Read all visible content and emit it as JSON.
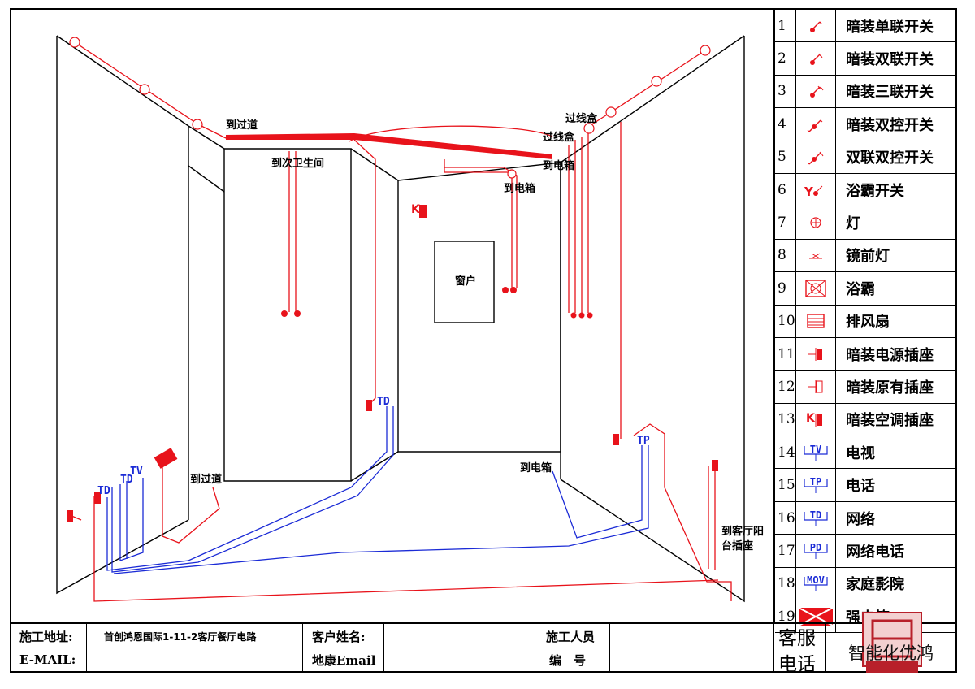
{
  "drawing_labels": {
    "to_corridor_top": "到过道",
    "to_bathroom": "到次卫生间",
    "junction_box_1": "过线盒",
    "junction_box_2": "过线盒",
    "to_panel_1": "到电箱",
    "to_panel_2": "到电箱",
    "to_panel_3": "到电箱",
    "window": "窗户",
    "to_corridor_bottom": "到过道",
    "to_balcony_line1": "到客厅阳",
    "to_balcony_line2": "台插座",
    "td_label": "TD",
    "tv_label": "TV",
    "tp_label": "TP",
    "k_label": "K"
  },
  "legend": [
    {
      "num": "1",
      "icon": "single-switch-icon",
      "text": "暗装单联开关"
    },
    {
      "num": "2",
      "icon": "double-switch-icon",
      "text": "暗装双联开关"
    },
    {
      "num": "3",
      "icon": "triple-switch-icon",
      "text": "暗装三联开关"
    },
    {
      "num": "4",
      "icon": "two-way-switch-icon",
      "text": "暗装双控开关"
    },
    {
      "num": "5",
      "icon": "double-two-way-switch-icon",
      "text": "双联双控开关"
    },
    {
      "num": "6",
      "icon": "bath-heater-switch-icon",
      "text": "浴霸开关"
    },
    {
      "num": "7",
      "icon": "lamp-icon",
      "text": "灯"
    },
    {
      "num": "8",
      "icon": "mirror-light-icon",
      "text": "镜前灯"
    },
    {
      "num": "9",
      "icon": "bath-heater-icon",
      "text": "浴霸"
    },
    {
      "num": "10",
      "icon": "exhaust-fan-icon",
      "text": "排风扇"
    },
    {
      "num": "11",
      "icon": "power-socket-icon",
      "text": "暗装电源插座"
    },
    {
      "num": "12",
      "icon": "existing-socket-icon",
      "text": "暗装原有插座"
    },
    {
      "num": "13",
      "icon": "ac-socket-icon",
      "text": "暗装空调插座"
    },
    {
      "num": "14",
      "icon": "tv-outlet-icon",
      "text": "电视",
      "code": "TV"
    },
    {
      "num": "15",
      "icon": "phone-outlet-icon",
      "text": "电话",
      "code": "TP"
    },
    {
      "num": "16",
      "icon": "network-outlet-icon",
      "text": "网络",
      "code": "TD"
    },
    {
      "num": "17",
      "icon": "network-phone-outlet-icon",
      "text": "网络电话",
      "code": "PD"
    },
    {
      "num": "18",
      "icon": "home-theater-icon",
      "text": "家庭影院",
      "code": "MOV"
    },
    {
      "num": "19",
      "icon": "panel-box-icon",
      "text": "强电箱"
    }
  ],
  "footer": {
    "site_label": "施工地址:",
    "site_value": "首创鸿恩国际1-11-2客厅餐厅电路",
    "client_label": "客户姓名:",
    "worker_label": "施工人员",
    "email_label": "E-MAIL:",
    "email_value": "地康Email",
    "number_label": "编　号",
    "service_label_1": "客服",
    "service_label_2": "电话",
    "watermark": "智能化优鸿"
  },
  "colors": {
    "power": "#e8131b",
    "low_voltage": "#1b2bd6",
    "outline": "#000000"
  }
}
